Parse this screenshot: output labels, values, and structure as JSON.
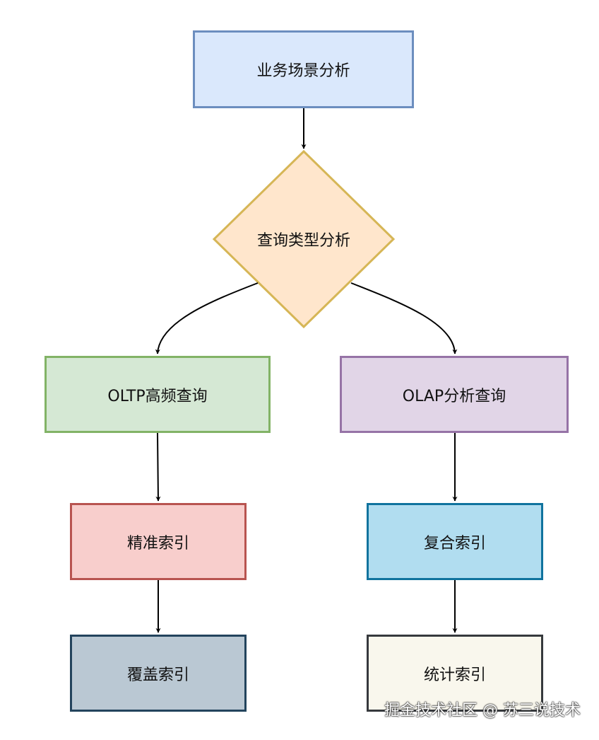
{
  "nodes": {
    "scenario_analysis": {
      "label": "业务场景分析",
      "fill": "#dae8fc",
      "stroke": "#6c8ebf"
    },
    "query_type_analysis": {
      "label": "查询类型分析",
      "fill": "#ffe6cc",
      "stroke": "#d6b656"
    },
    "oltp_query": {
      "label": "OLTP高频查询",
      "fill": "#d5e8d4",
      "stroke": "#82b366"
    },
    "olap_query": {
      "label": "OLAP分析查询",
      "fill": "#e1d5e7",
      "stroke": "#9673a6"
    },
    "precise_index": {
      "label": "精准索引",
      "fill": "#f8cecc",
      "stroke": "#b85450"
    },
    "composite_index": {
      "label": "复合索引",
      "fill": "#b1ddf0",
      "stroke": "#10739e"
    },
    "covering_index": {
      "label": "覆盖索引",
      "fill": "#bac8d3",
      "stroke": "#23445d"
    },
    "statistics_index": {
      "label": "统计索引",
      "fill": "#f9f7ed",
      "stroke": "#36393d"
    }
  },
  "watermark": "掘金技术社区 @ 苏三说技术"
}
